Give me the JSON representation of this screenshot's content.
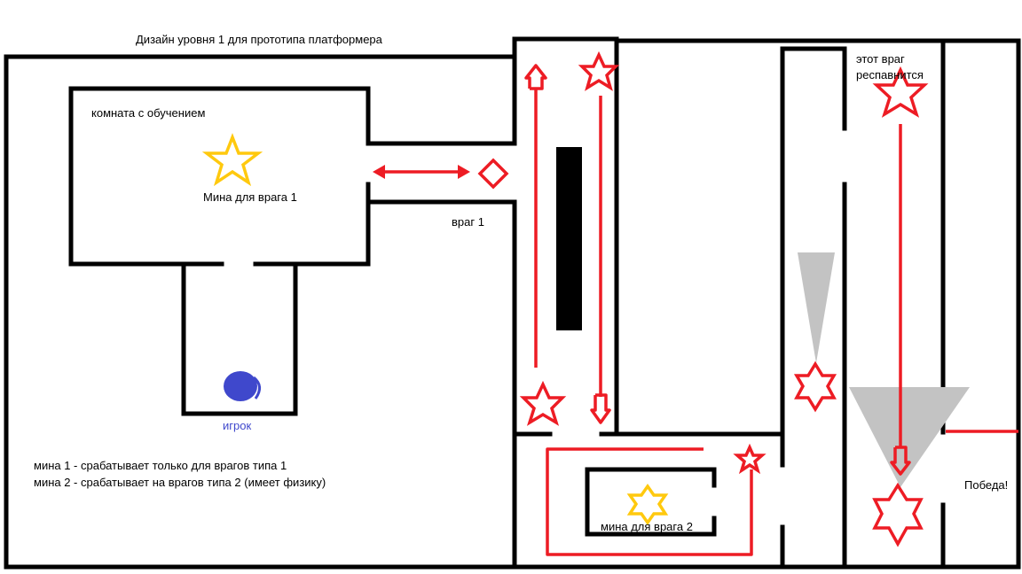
{
  "title": "Дизайн уровня 1 для прототипа платформера",
  "labels": {
    "tutorial_room": "комната с обучением",
    "mine_enemy_1": "Мина для врага 1",
    "enemy_1": "враг 1",
    "player": "игрок",
    "legend_line_1": "мина 1  - срабатывает только для врагов типа 1",
    "legend_line_2": "мина 2 - срабатывает на врагов типа 2 (имеет физику)",
    "respawn_line_1": "этот враг",
    "respawn_line_2": "респавнится",
    "mine_enemy_2": "мина для врага 2",
    "victory": "Победа!"
  },
  "colors": {
    "wall": "#000000",
    "enemy_path": "#ed1c24",
    "mine": "#ffc90e",
    "player": "#3f48cc",
    "vision_cone": "#c3c3c3"
  },
  "icons": {
    "mine": "star-icon",
    "enemy": "star-icon",
    "enemy_1": "diamond-icon",
    "player": "circle-icon"
  }
}
